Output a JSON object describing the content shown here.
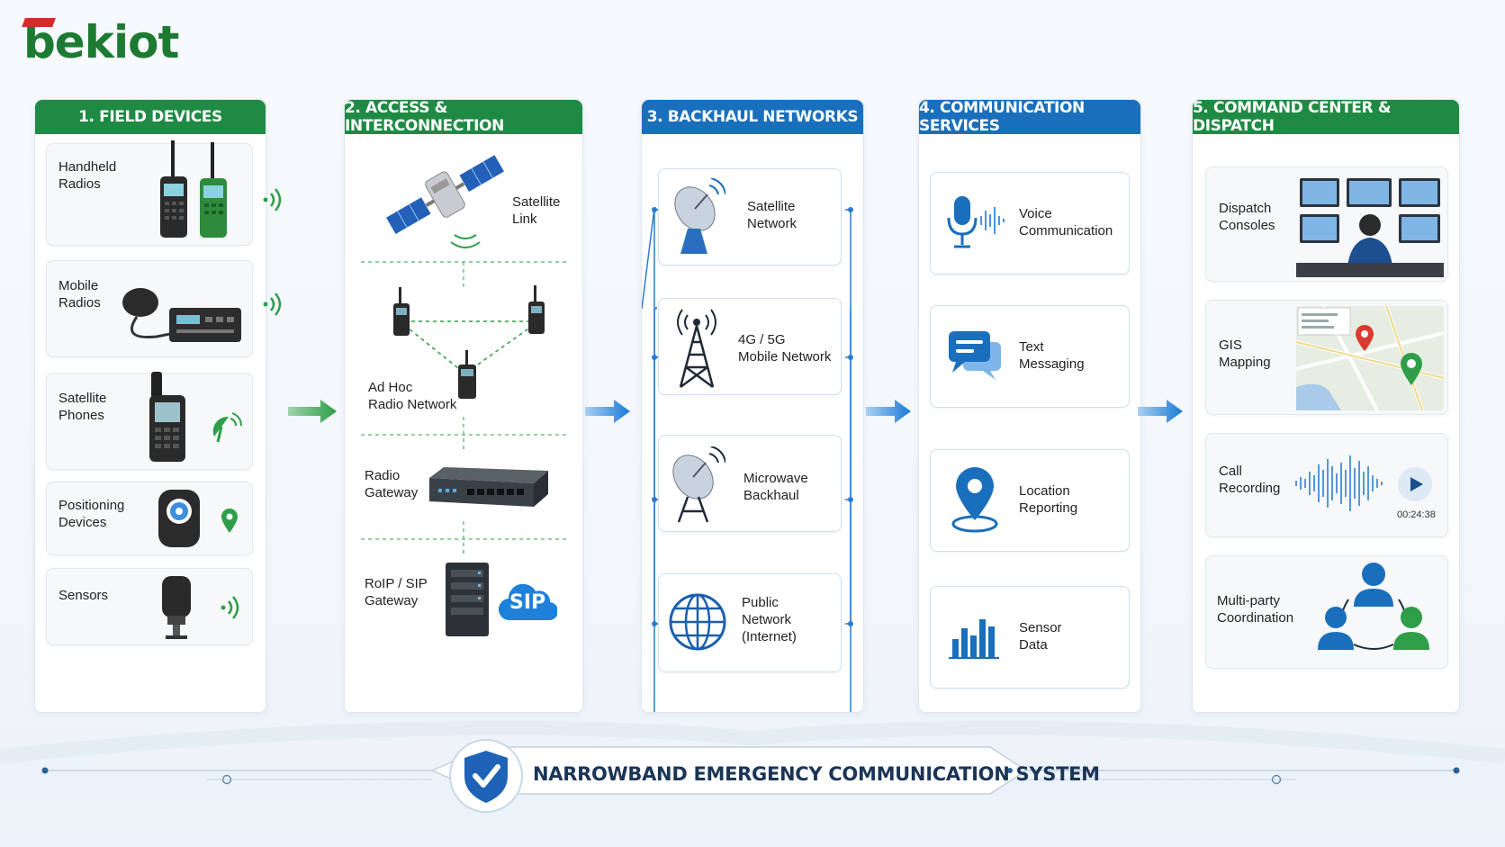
{
  "brand": {
    "logo_text": "bekiot"
  },
  "columns": [
    {
      "title": "1. FIELD DEVICES",
      "items": [
        "Handheld\nRadios",
        "Mobile\nRadios",
        "Satellite\nPhones",
        "Positioning\nDevices",
        "Sensors"
      ]
    },
    {
      "title": "2. ACCESS & INTERCONNECTION",
      "items": [
        "Satellite\nLink",
        "Ad Hoc\nRadio Network",
        "Radio\nGateway",
        "RoIP / SIP\nGateway"
      ],
      "sip_badge": "SIP"
    },
    {
      "title": "3. BACKHAUL NETWORKS",
      "items": [
        "Satellite\nNetwork",
        "4G / 5G\nMobile Network",
        "Microwave\nBackhaul",
        "Public\nNetwork\n(Internet)"
      ]
    },
    {
      "title": "4. COMMUNICATION SERVICES",
      "items": [
        "Voice\nCommunication",
        "Text\nMessaging",
        "Location\nReporting",
        "Sensor\nData"
      ]
    },
    {
      "title": "5. COMMAND CENTER & DISPATCH",
      "items": [
        "Dispatch\nConsoles",
        "GIS\nMapping",
        "Call\nRecording",
        "Multi-party\nCoordination"
      ],
      "call_timestamp": "00:24:38"
    }
  ],
  "footer": {
    "title": "NARROWBAND EMERGENCY COMMUNICATION SYSTEM"
  },
  "colors": {
    "green": "#1f8a44",
    "blue": "#1a6fbd",
    "dark_blue": "#1b3557"
  }
}
